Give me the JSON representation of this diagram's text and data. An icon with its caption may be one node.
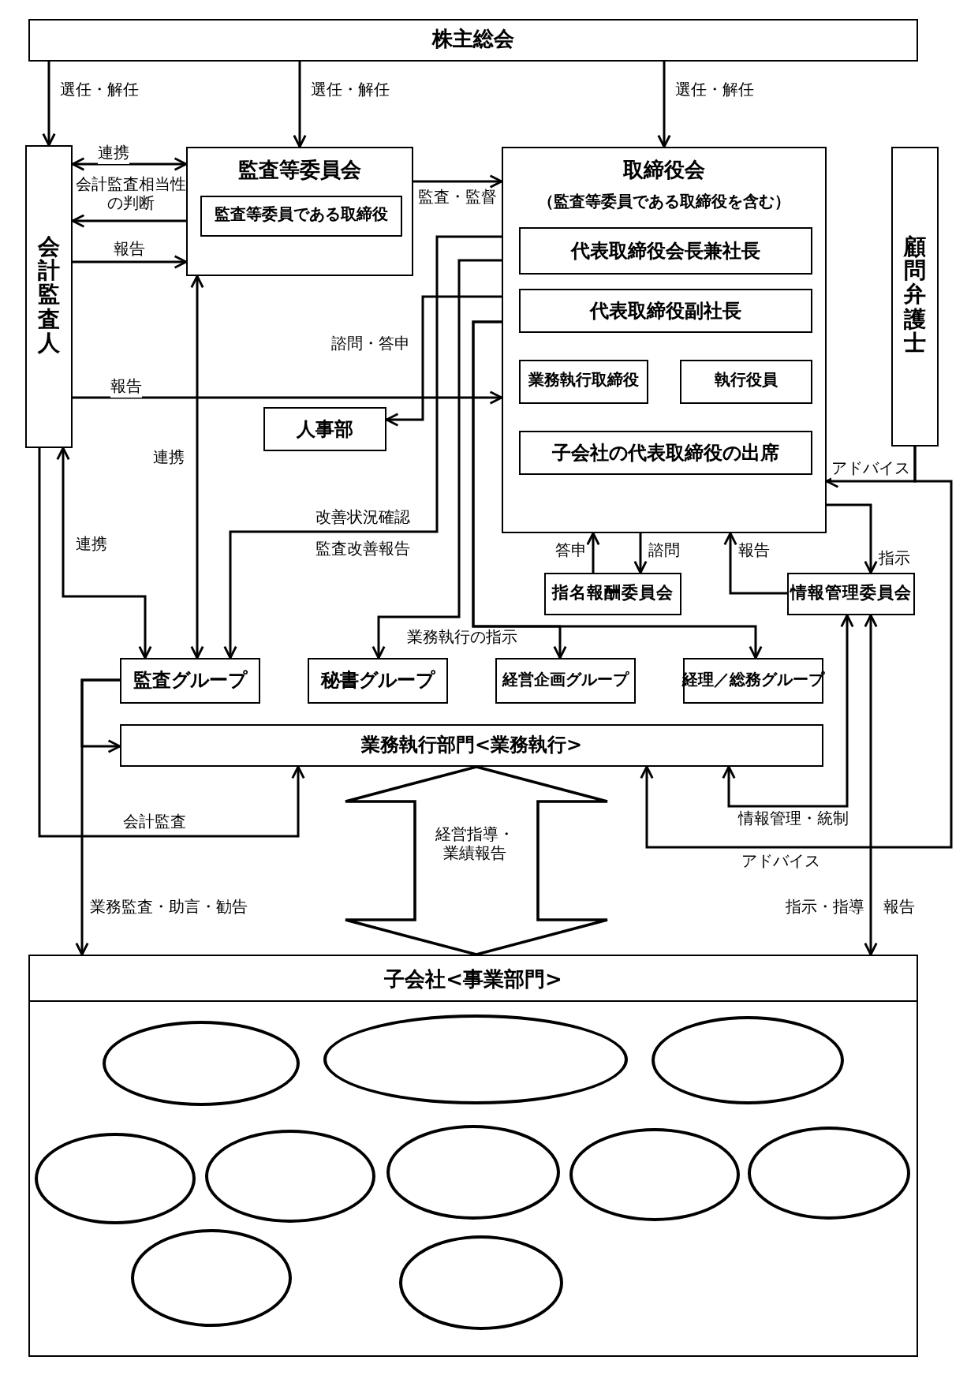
{
  "diagram": {
    "nodes": [
      {
        "text": [
          "株主総会"
        ]
      },
      {
        "text": [
          "会計監査人"
        ]
      },
      {
        "text": [
          "監査等委員会"
        ]
      },
      {
        "text": [
          "監査等委員である取締役"
        ],
        "in": 2
      },
      {
        "text": [
          "取締役会",
          "（監査等委員である取締役を含む）"
        ]
      },
      {
        "text": [
          "代表取締役会長兼社長"
        ],
        "in": 4
      },
      {
        "text": [
          "代表取締役副社長"
        ],
        "in": 4
      },
      {
        "text": [
          "業務執行取締役"
        ],
        "in": 4
      },
      {
        "text": [
          "執行役員"
        ],
        "in": 4
      },
      {
        "text": [
          "子会社の代表取締役の出席"
        ],
        "in": 4
      },
      {
        "text": [
          "顧問弁護士"
        ]
      },
      {
        "text": [
          "人事部"
        ]
      },
      {
        "text": [
          "指名報酬委員会"
        ]
      },
      {
        "text": [
          "情報管理委員会"
        ]
      },
      {
        "text": [
          "監査グループ"
        ]
      },
      {
        "text": [
          "秘書グループ"
        ]
      },
      {
        "text": [
          "経営企画グループ"
        ]
      },
      {
        "text": [
          "経理／総務グループ"
        ]
      },
      {
        "text": [
          "業務執行部門<業務執行>"
        ]
      },
      {
        "text": [
          "子会社<事業部門>"
        ]
      },
      {
        "text": [],
        "shape": "ellipse",
        "in": 19
      },
      {
        "text": [],
        "shape": "ellipse",
        "in": 19
      },
      {
        "text": [],
        "shape": "ellipse",
        "in": 19
      },
      {
        "text": [],
        "shape": "ellipse",
        "in": 19
      },
      {
        "text": [],
        "shape": "ellipse",
        "in": 19
      },
      {
        "text": [],
        "shape": "ellipse",
        "in": 19
      },
      {
        "text": [],
        "shape": "ellipse",
        "in": 19
      },
      {
        "text": [],
        "shape": "ellipse",
        "in": 19
      },
      {
        "text": [],
        "shape": "ellipse",
        "in": 19
      },
      {
        "text": [],
        "shape": "ellipse",
        "in": 19
      }
    ],
    "edges": [
      {
        "from": 0,
        "to": 1,
        "arrow": "to",
        "label": "選任・解任"
      },
      {
        "from": 0,
        "to": 2,
        "arrow": "to",
        "label": "選任・解任"
      },
      {
        "from": 0,
        "to": 4,
        "arrow": "to",
        "label": "選任・解任"
      },
      {
        "from": 1,
        "to": 2,
        "arrow": "both",
        "label": "連携"
      },
      {
        "from": 2,
        "to": 1,
        "arrow": "to",
        "label": "会計監査相当性の判断"
      },
      {
        "from": 1,
        "to": 2,
        "arrow": "to",
        "label": "報告"
      },
      {
        "from": 2,
        "to": 4,
        "arrow": "to",
        "label": "監査・監督"
      },
      {
        "from": 1,
        "to": 4,
        "arrow": "to",
        "label": "報告"
      },
      {
        "from": 2,
        "to": 14,
        "arrow": "both",
        "label": "連携"
      },
      {
        "from": 1,
        "to": 14,
        "arrow": "both",
        "label": "連携"
      },
      {
        "from": 11,
        "to": 6,
        "arrow": "both",
        "label": "諮問・答申"
      },
      {
        "from": 5,
        "to": 14,
        "arrow": "both",
        "label": "改善状況確認"
      },
      {
        "from": 5,
        "to": 15,
        "arrow": "to",
        "label": "業務執行の指示"
      },
      {
        "from": 6,
        "to": 16,
        "arrow": "to"
      },
      {
        "from": 6,
        "to": 17,
        "arrow": "to"
      },
      {
        "from": 4,
        "to": 12,
        "arrow": "to",
        "label": "諮問"
      },
      {
        "from": 12,
        "to": 4,
        "arrow": "to",
        "label": "答申"
      },
      {
        "from": 13,
        "to": 4,
        "arrow": "to",
        "label": "報告"
      },
      {
        "from": 4,
        "to": 13,
        "arrow": "to",
        "label": "指示"
      },
      {
        "from": 10,
        "to": 4,
        "arrow": "to",
        "label": "アドバイス"
      },
      {
        "from": 10,
        "to": 18,
        "arrow": "to",
        "label": "アドバイス"
      },
      {
        "from": 18,
        "to": 13,
        "arrow": "both",
        "label": "情報管理・統制"
      },
      {
        "from": 13,
        "to": 19,
        "arrow": "both",
        "label": "指示・指導"
      },
      {
        "from": 1,
        "to": 18,
        "arrow": "to",
        "label": "会計監査"
      },
      {
        "from": 14,
        "to": 18,
        "arrow": "to"
      },
      {
        "from": 14,
        "to": 19,
        "arrow": "to",
        "label": "業務監査・助言・勧告"
      },
      {
        "from": 18,
        "to": 19,
        "arrow": "both",
        "label": "経営指導・業績報告",
        "style": "thick"
      }
    ],
    "labels": [
      "監査改善報告",
      "報告"
    ]
  }
}
